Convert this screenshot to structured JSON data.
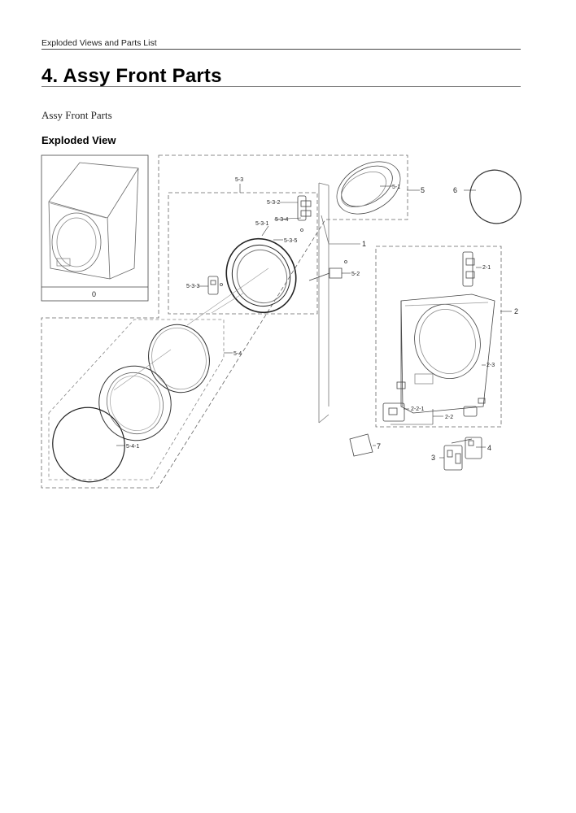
{
  "header": {
    "running_title": "Exploded Views and Parts List",
    "chapter_title": "4.  Assy Front Parts",
    "subtitle": "Assy Front Parts",
    "section_heading": "Exploded View"
  },
  "diagram": {
    "callouts": {
      "c0": "0",
      "c1": "1",
      "c2": "2",
      "c2_1": "2-1",
      "c2_2": "2-2",
      "c2_2_1": "2-2-1",
      "c2_3": "2-3",
      "c3": "3",
      "c4": "4",
      "c5": "5",
      "c5_1": "5-1",
      "c5_2": "5-2",
      "c5_3": "5-3",
      "c5_3_1": "5-3-1",
      "c5_3_2": "5-3-2",
      "c5_3_3": "5-3-3",
      "c5_3_4": "5-3-4",
      "c5_3_5": "5-3-5",
      "c5_4": "5-4",
      "c5_4_1": "5-4-1",
      "c6": "6",
      "c7": "7"
    }
  }
}
